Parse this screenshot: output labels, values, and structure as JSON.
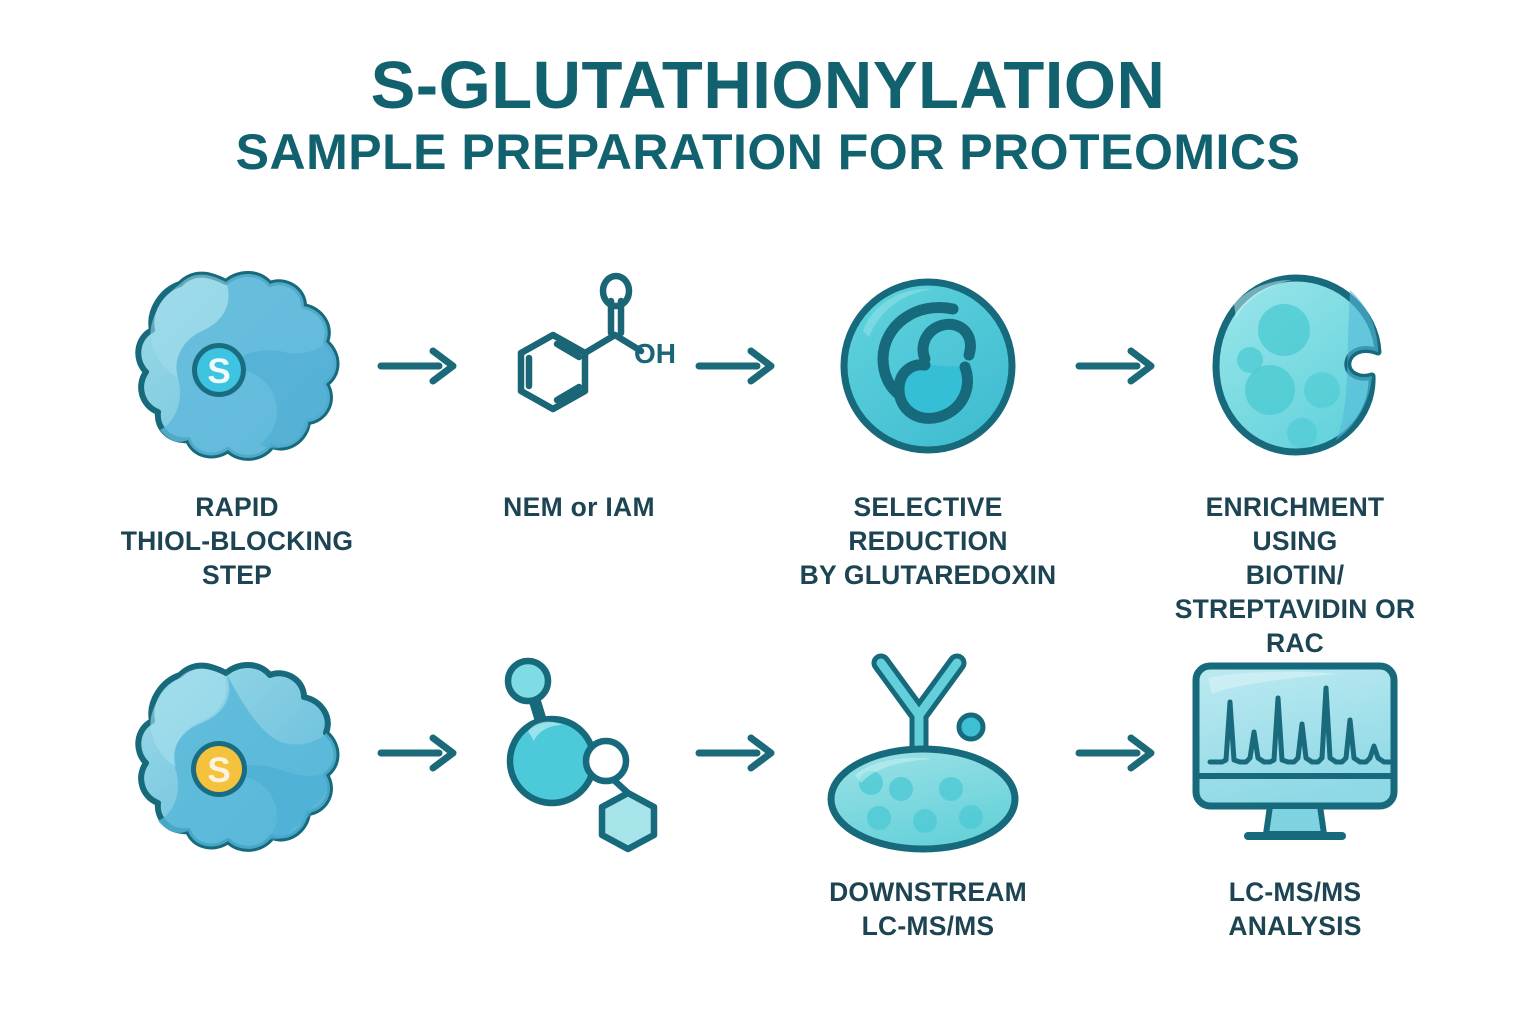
{
  "title": {
    "main": "S-GLUTATHIONYLATION",
    "sub": "SAMPLE PREPARATION FOR PROTEOMICS"
  },
  "colors": {
    "title": "#12616e",
    "label": "#1d4452",
    "outline": "#18697d",
    "arrow": "#1b6a79",
    "cell_light": "#8ed4e2",
    "cell_mid": "#6cbfdc",
    "cell_dark": "#56b3d6",
    "bead_light": "#96e0e0",
    "bead_mid": "#5fd0d6",
    "badge_teal": "#3cc6e0",
    "badge_gold": "#f4c23c",
    "screen": "#a9e0ea",
    "background": "#ffffff"
  },
  "flow": {
    "rows": [
      {
        "id": "row-1",
        "steps": [
          {
            "id": "rapid-thiol-blocking",
            "icon": "cell-blob-with-s-badge-icon",
            "label": "RAPID\nTHIOL-BLOCKING\nSTEP",
            "label_lines": [
              "RAPID",
              "THIOL-BLOCKING",
              "STEP"
            ]
          },
          {
            "id": "nem-or-iam",
            "icon": "benzoic-acid-molecule-icon",
            "label": "NEM or IAM",
            "label_lines": [
              "NEM or IAM"
            ],
            "molecule_atoms": [
              "O",
              "OH"
            ]
          },
          {
            "id": "selective-reduction",
            "icon": "glutaredoxin-enzyme-icon",
            "label": "SELECTIVE REDUCTION\nBY GLUTAREDOXIN",
            "label_lines": [
              "SELECTIVE REDUCTION",
              "BY GLUTAREDOXIN"
            ]
          },
          {
            "id": "enrichment",
            "icon": "affinity-bead-icon",
            "label": "ENRICHMENT\nUSING\nBIOTIN/\nSTREPTAVIDIN OR\nRAC",
            "label_lines": [
              "ENRICHMENT",
              "USING",
              "BIOTIN/",
              "STREPTAVIDIN OR",
              "RAC"
            ]
          }
        ],
        "arrows": [
          "arrow-right-icon",
          "arrow-right-icon",
          "arrow-right-icon"
        ]
      },
      {
        "id": "row-2",
        "steps": [
          {
            "id": "labeled-cell",
            "icon": "cell-blob-with-gold-s-badge-icon",
            "label": "",
            "label_lines": []
          },
          {
            "id": "peptide-molecule",
            "icon": "peptide-molecule-icon",
            "label": "",
            "label_lines": []
          },
          {
            "id": "downstream-lcmsms",
            "icon": "antibody-capture-flask-icon",
            "label": "DOWNSTREAM\nLC-MS/MS",
            "label_lines": [
              "DOWNSTREAM",
              "LC-MS/MS"
            ]
          },
          {
            "id": "lcmsms-analysis",
            "icon": "monitor-spectrum-icon",
            "label": "LC-MS/MS\nANALYSIS",
            "label_lines": [
              "LC-MS/MS",
              "ANALYSIS"
            ]
          }
        ],
        "arrows": [
          "arrow-right-icon",
          "arrow-right-icon",
          "arrow-right-icon"
        ]
      }
    ]
  },
  "badges": {
    "row1_letter": "S",
    "row2_letter": "S"
  }
}
